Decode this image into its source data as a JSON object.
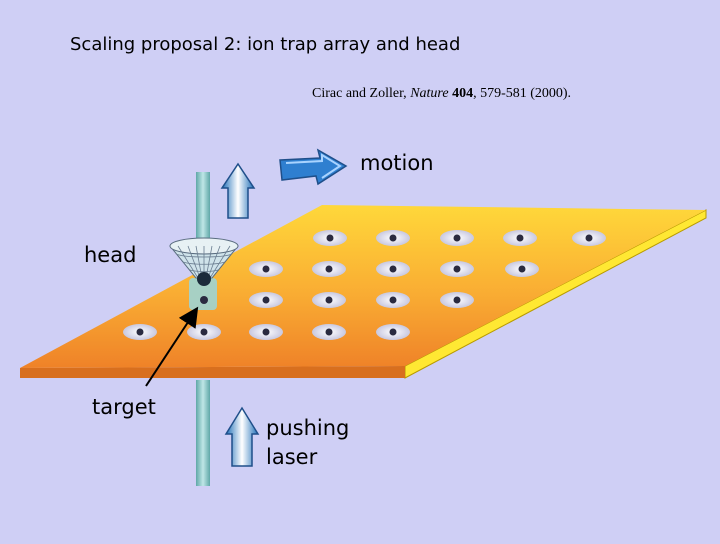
{
  "title": "Scaling proposal 2: ion trap array and head",
  "citation": {
    "authors": "Cirac and Zoller, ",
    "journal": "Nature",
    "volume": "404",
    "pages_year": ", 579-581 (2000)."
  },
  "labels": {
    "motion": "motion",
    "head": "head",
    "target": "target",
    "pushing_laser": "pushing laser"
  },
  "colors": {
    "background": "#cfcff5",
    "plate_far": "#ffd23a",
    "plate_near": "#f08a2a",
    "plate_edge": "#ffee33",
    "arrow_blue": "#1f6fb8",
    "laser_beam": "#7fc3c3"
  }
}
